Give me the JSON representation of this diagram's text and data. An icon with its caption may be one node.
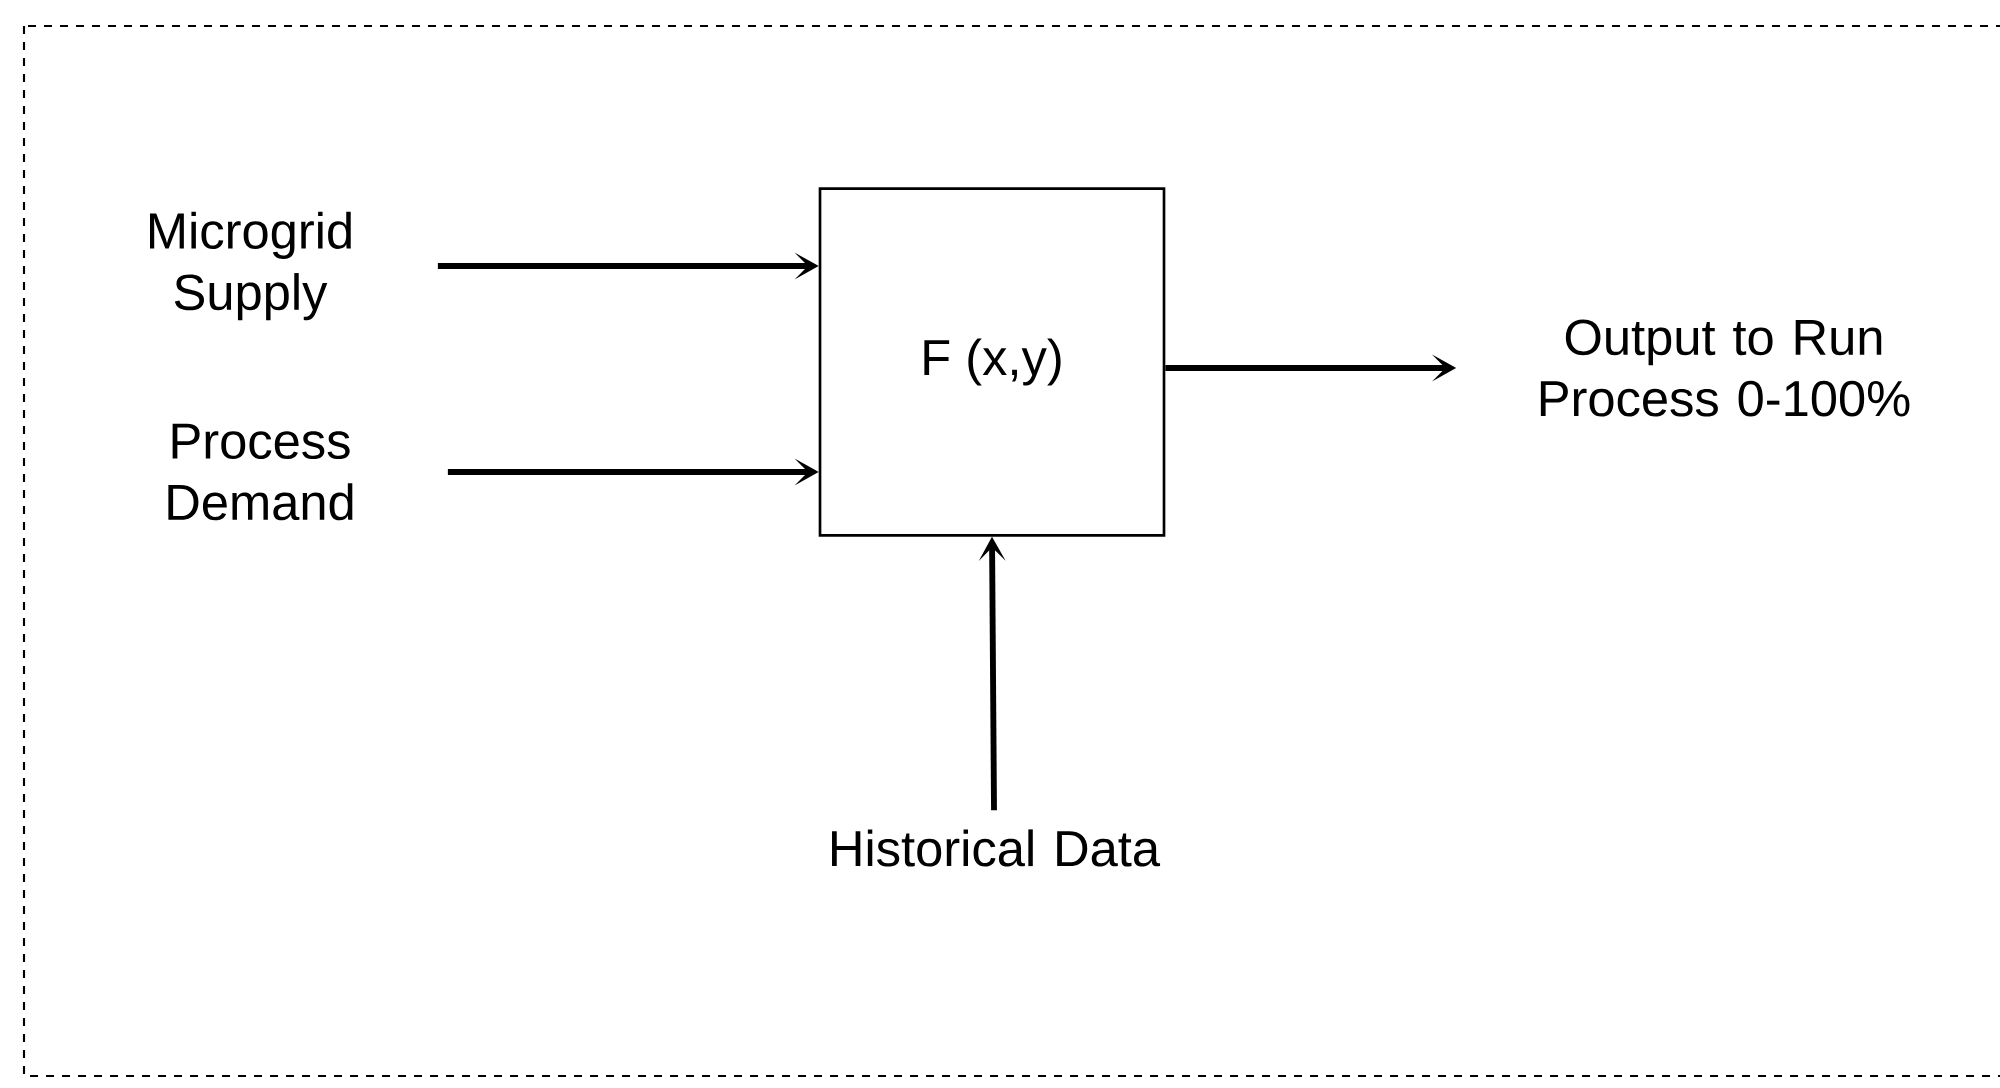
{
  "diagram": {
    "nodes": [
      {
        "text": [
          "Microgrid Supply"
        ]
      },
      {
        "text": [
          "Process Demand"
        ]
      },
      {
        "text": [
          "F (x,y)"
        ]
      },
      {
        "text": [
          "Output to Run Process 0-100%"
        ]
      },
      {
        "text": [
          "Historical Data"
        ]
      }
    ],
    "edges": [
      {
        "from": 0,
        "to": 2,
        "arrow": "to"
      },
      {
        "from": 1,
        "to": 2,
        "arrow": "to"
      },
      {
        "from": 2,
        "to": 3,
        "arrow": "to"
      },
      {
        "from": 4,
        "to": 2,
        "arrow": "to"
      }
    ]
  }
}
